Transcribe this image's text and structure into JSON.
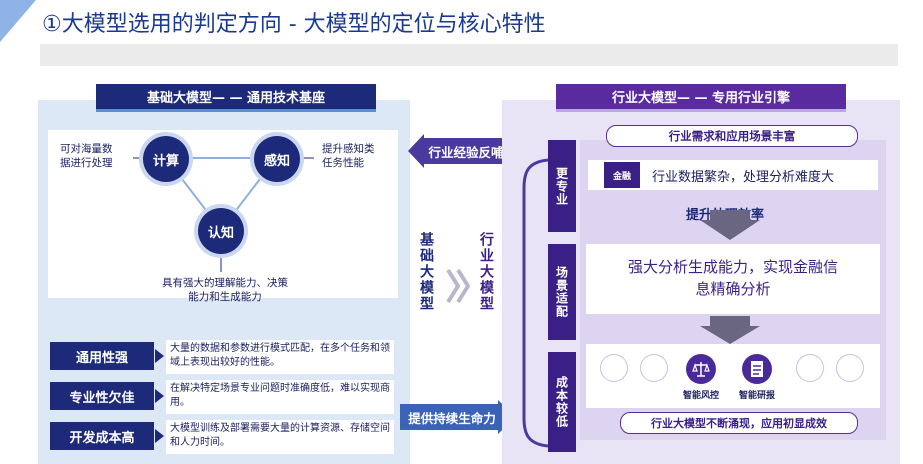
{
  "title": "①大模型选用的判定方向 - 大模型的定位与核心特性",
  "left": {
    "header": "基础大模型— — 通用技术基座",
    "circles": {
      "compute": "计算",
      "perceive": "感知",
      "cognize": "认知"
    },
    "notes": {
      "compute_l1": "可对海量数",
      "compute_l2": "据进行处理",
      "perceive_l1": "提升感知类",
      "perceive_l2": "任务性能",
      "cognize_l1": "具有强大的理解能力、决策",
      "cognize_l2": "能力和生成能力"
    },
    "attributes": [
      {
        "label": "通用性强",
        "desc": "大量的数据和参数进行模式匹配，在多个任务和领域上表现出较好的性能。"
      },
      {
        "label": "专业性欠佳",
        "desc": "在解决特定场景专业问题时准确度低，难以实现商用。"
      },
      {
        "label": "开发成本高",
        "desc": "大模型训练及部署需要大量的计算资源、存储空间和人力时间。"
      }
    ]
  },
  "middle": {
    "left_vertical": "基础大模型",
    "right_vertical": "行业大模型",
    "top_arrow": "行业经验反哺",
    "bottom_arrow": "提供持续生命力"
  },
  "right": {
    "header": "行业大模型— — 专用行业引擎",
    "tabs": [
      "更专业",
      "场景适配",
      "成本较低"
    ],
    "pill_top": "行业需求和应用场景丰富",
    "badge": "金融",
    "problem": "行业数据繁杂，处理分析难度大",
    "arrow_label": "提升处理效率",
    "result_l1": "强大分析生成能力，实现金融信",
    "result_l2": "息精确分析",
    "apps": [
      "智能风控",
      "智能研报"
    ],
    "pill_bottom": "行业大模型不断涌现，应用初显成效"
  },
  "colors": {
    "navy": "#1d2a7a",
    "purple": "#5a2a9f",
    "left_bg": "#dde8f6",
    "right_bg": "#e9e4f5"
  }
}
